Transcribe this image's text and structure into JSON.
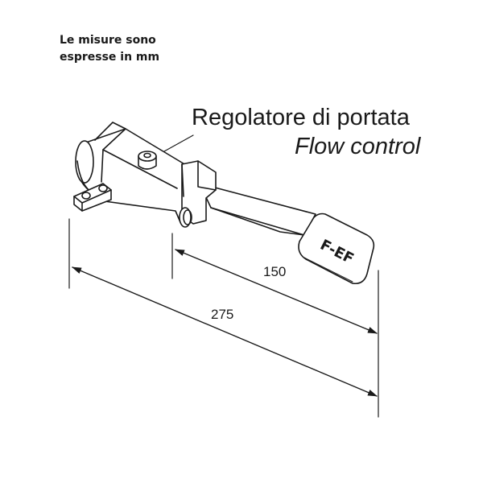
{
  "note": {
    "line1": "Le misure sono",
    "line2": "espresse in mm"
  },
  "callout": {
    "label_it": "Regolatore di portata",
    "label_en": "Flow control"
  },
  "dimensions": {
    "short": "150",
    "long": "275"
  },
  "pedal_marking": "F-EF"
}
